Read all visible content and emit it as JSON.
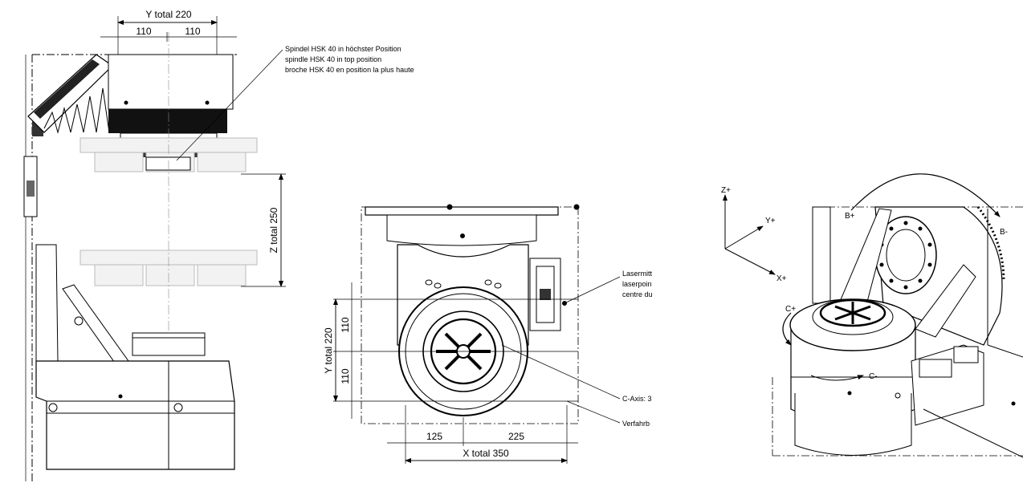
{
  "side_view": {
    "dim_y_total": "Y total 220",
    "dim_y_left": "110",
    "dim_y_right": "110",
    "dim_z_total": "Z total 250",
    "spindle_note": [
      "Spindel HSK 40 in höchster Position",
      "spindle HSK 40 in top position",
      "broche HSK 40 en position la plus haute"
    ]
  },
  "front_view": {
    "dim_y_total": "Y total 220",
    "dim_y_top": "110",
    "dim_y_bottom": "110",
    "dim_x_left": "125",
    "dim_x_right": "225",
    "dim_x_total": "X total 350",
    "laser_note": [
      "Lasermitt",
      "laserpoin",
      "centre du"
    ],
    "c_axis_note": "C-Axis: 3",
    "travel_note": "Verfahrb"
  },
  "iso_view": {
    "axis_z": "Z+",
    "axis_y": "Y+",
    "axis_x": "X+",
    "rot_b_plus": "B+",
    "rot_b_minus": "B-",
    "rot_c_plus": "C+",
    "rot_c_minus": "C-"
  }
}
